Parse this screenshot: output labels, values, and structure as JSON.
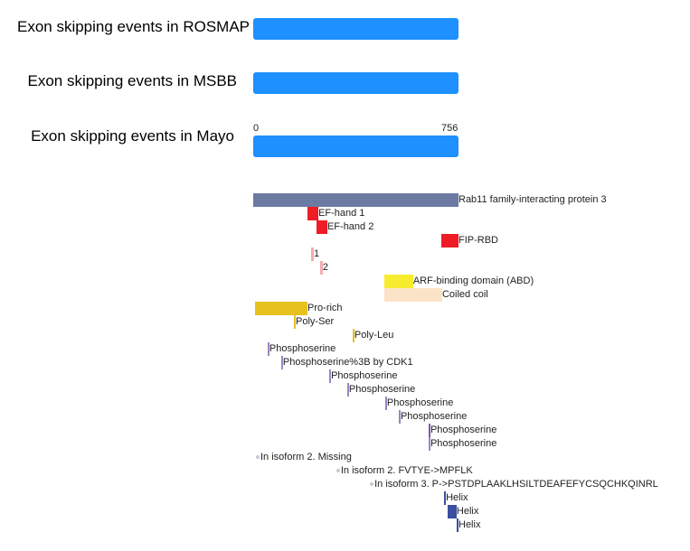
{
  "tracks": [
    {
      "label": "Exon skipping events in ROSMAP"
    },
    {
      "label": "Exon skipping events in MSBB"
    },
    {
      "label": "Exon skipping events in Mayo"
    }
  ],
  "axis": {
    "start": "0",
    "end": "756",
    "length": 756
  },
  "features": [
    {
      "label": "Rab11 family-interacting protein 3",
      "start": 0,
      "end": 756,
      "color": "#6b7aa1",
      "type": "bar"
    },
    {
      "label": "EF-hand 1",
      "start": 200,
      "end": 240,
      "color": "#ee1c25",
      "type": "bar"
    },
    {
      "label": "EF-hand 2",
      "start": 233,
      "end": 273,
      "color": "#ee1c25",
      "type": "bar"
    },
    {
      "label": "FIP-RBD",
      "start": 693,
      "end": 756,
      "color": "#ee1c25",
      "type": "bar"
    },
    {
      "label": "1",
      "start": 213,
      "end": 223,
      "color": "#f4aab0",
      "type": "bar"
    },
    {
      "label": "2",
      "start": 246,
      "end": 256,
      "color": "#f4aab0",
      "type": "bar"
    },
    {
      "label": "ARF-binding domain (ABD)",
      "start": 483,
      "end": 589,
      "color": "#f8ec2e",
      "type": "bar"
    },
    {
      "label": "Coiled coil",
      "start": 483,
      "end": 696,
      "color": "#fbe3c8",
      "type": "bar"
    },
    {
      "label": "Pro-rich",
      "start": 5,
      "end": 200,
      "color": "#e6c21e",
      "type": "bar"
    },
    {
      "label": "Poly-Ser",
      "start": 150,
      "end": 153,
      "color": "#e6c21e",
      "type": "bar"
    },
    {
      "label": "Poly-Leu",
      "start": 366,
      "end": 370,
      "color": "#e6c21e",
      "type": "bar"
    },
    {
      "label": "Phosphoserine",
      "start": 53,
      "end": 55,
      "color": "#9a86c2",
      "type": "bar"
    },
    {
      "label": "Phosphoserine%3B by CDK1",
      "start": 103,
      "end": 105,
      "color": "#9a86c2",
      "type": "bar"
    },
    {
      "label": "Phosphoserine",
      "start": 280,
      "end": 282,
      "color": "#9a86c2",
      "type": "bar"
    },
    {
      "label": "Phosphoserine",
      "start": 346,
      "end": 348,
      "color": "#9a86c2",
      "type": "bar"
    },
    {
      "label": "Phosphoserine",
      "start": 486,
      "end": 488,
      "color": "#9a86c2",
      "type": "bar"
    },
    {
      "label": "Phosphoserine",
      "start": 536,
      "end": 538,
      "color": "#9a86c2",
      "type": "bar"
    },
    {
      "label": "Phosphoserine",
      "start": 646,
      "end": 648,
      "color": "#7a5aa8",
      "type": "bar"
    },
    {
      "label": "Phosphoserine",
      "start": 646,
      "end": 648,
      "color": "#9a86c2",
      "type": "bar"
    },
    {
      "label": "In isoform 2. Missing",
      "start": 10,
      "end": 10,
      "color": "#c8c8d8",
      "type": "dot"
    },
    {
      "label": "In isoform 2. FVTYE->MPFLK",
      "start": 306,
      "end": 306,
      "color": "#c8c8d8",
      "type": "dot"
    },
    {
      "label": "In isoform 3. P->PSTDPLAAKLHSILTDEAFEFYCSQCHKQINRL",
      "start": 430,
      "end": 430,
      "color": "#c8c8d8",
      "type": "dot"
    },
    {
      "label": "Helix",
      "start": 703,
      "end": 709,
      "color": "#3a4fa0",
      "type": "bar"
    },
    {
      "label": "Helix",
      "start": 716,
      "end": 749,
      "color": "#3a4fa0",
      "type": "bar"
    },
    {
      "label": "Helix",
      "start": 749,
      "end": 756,
      "color": "#3a4fa0",
      "type": "bar"
    }
  ]
}
